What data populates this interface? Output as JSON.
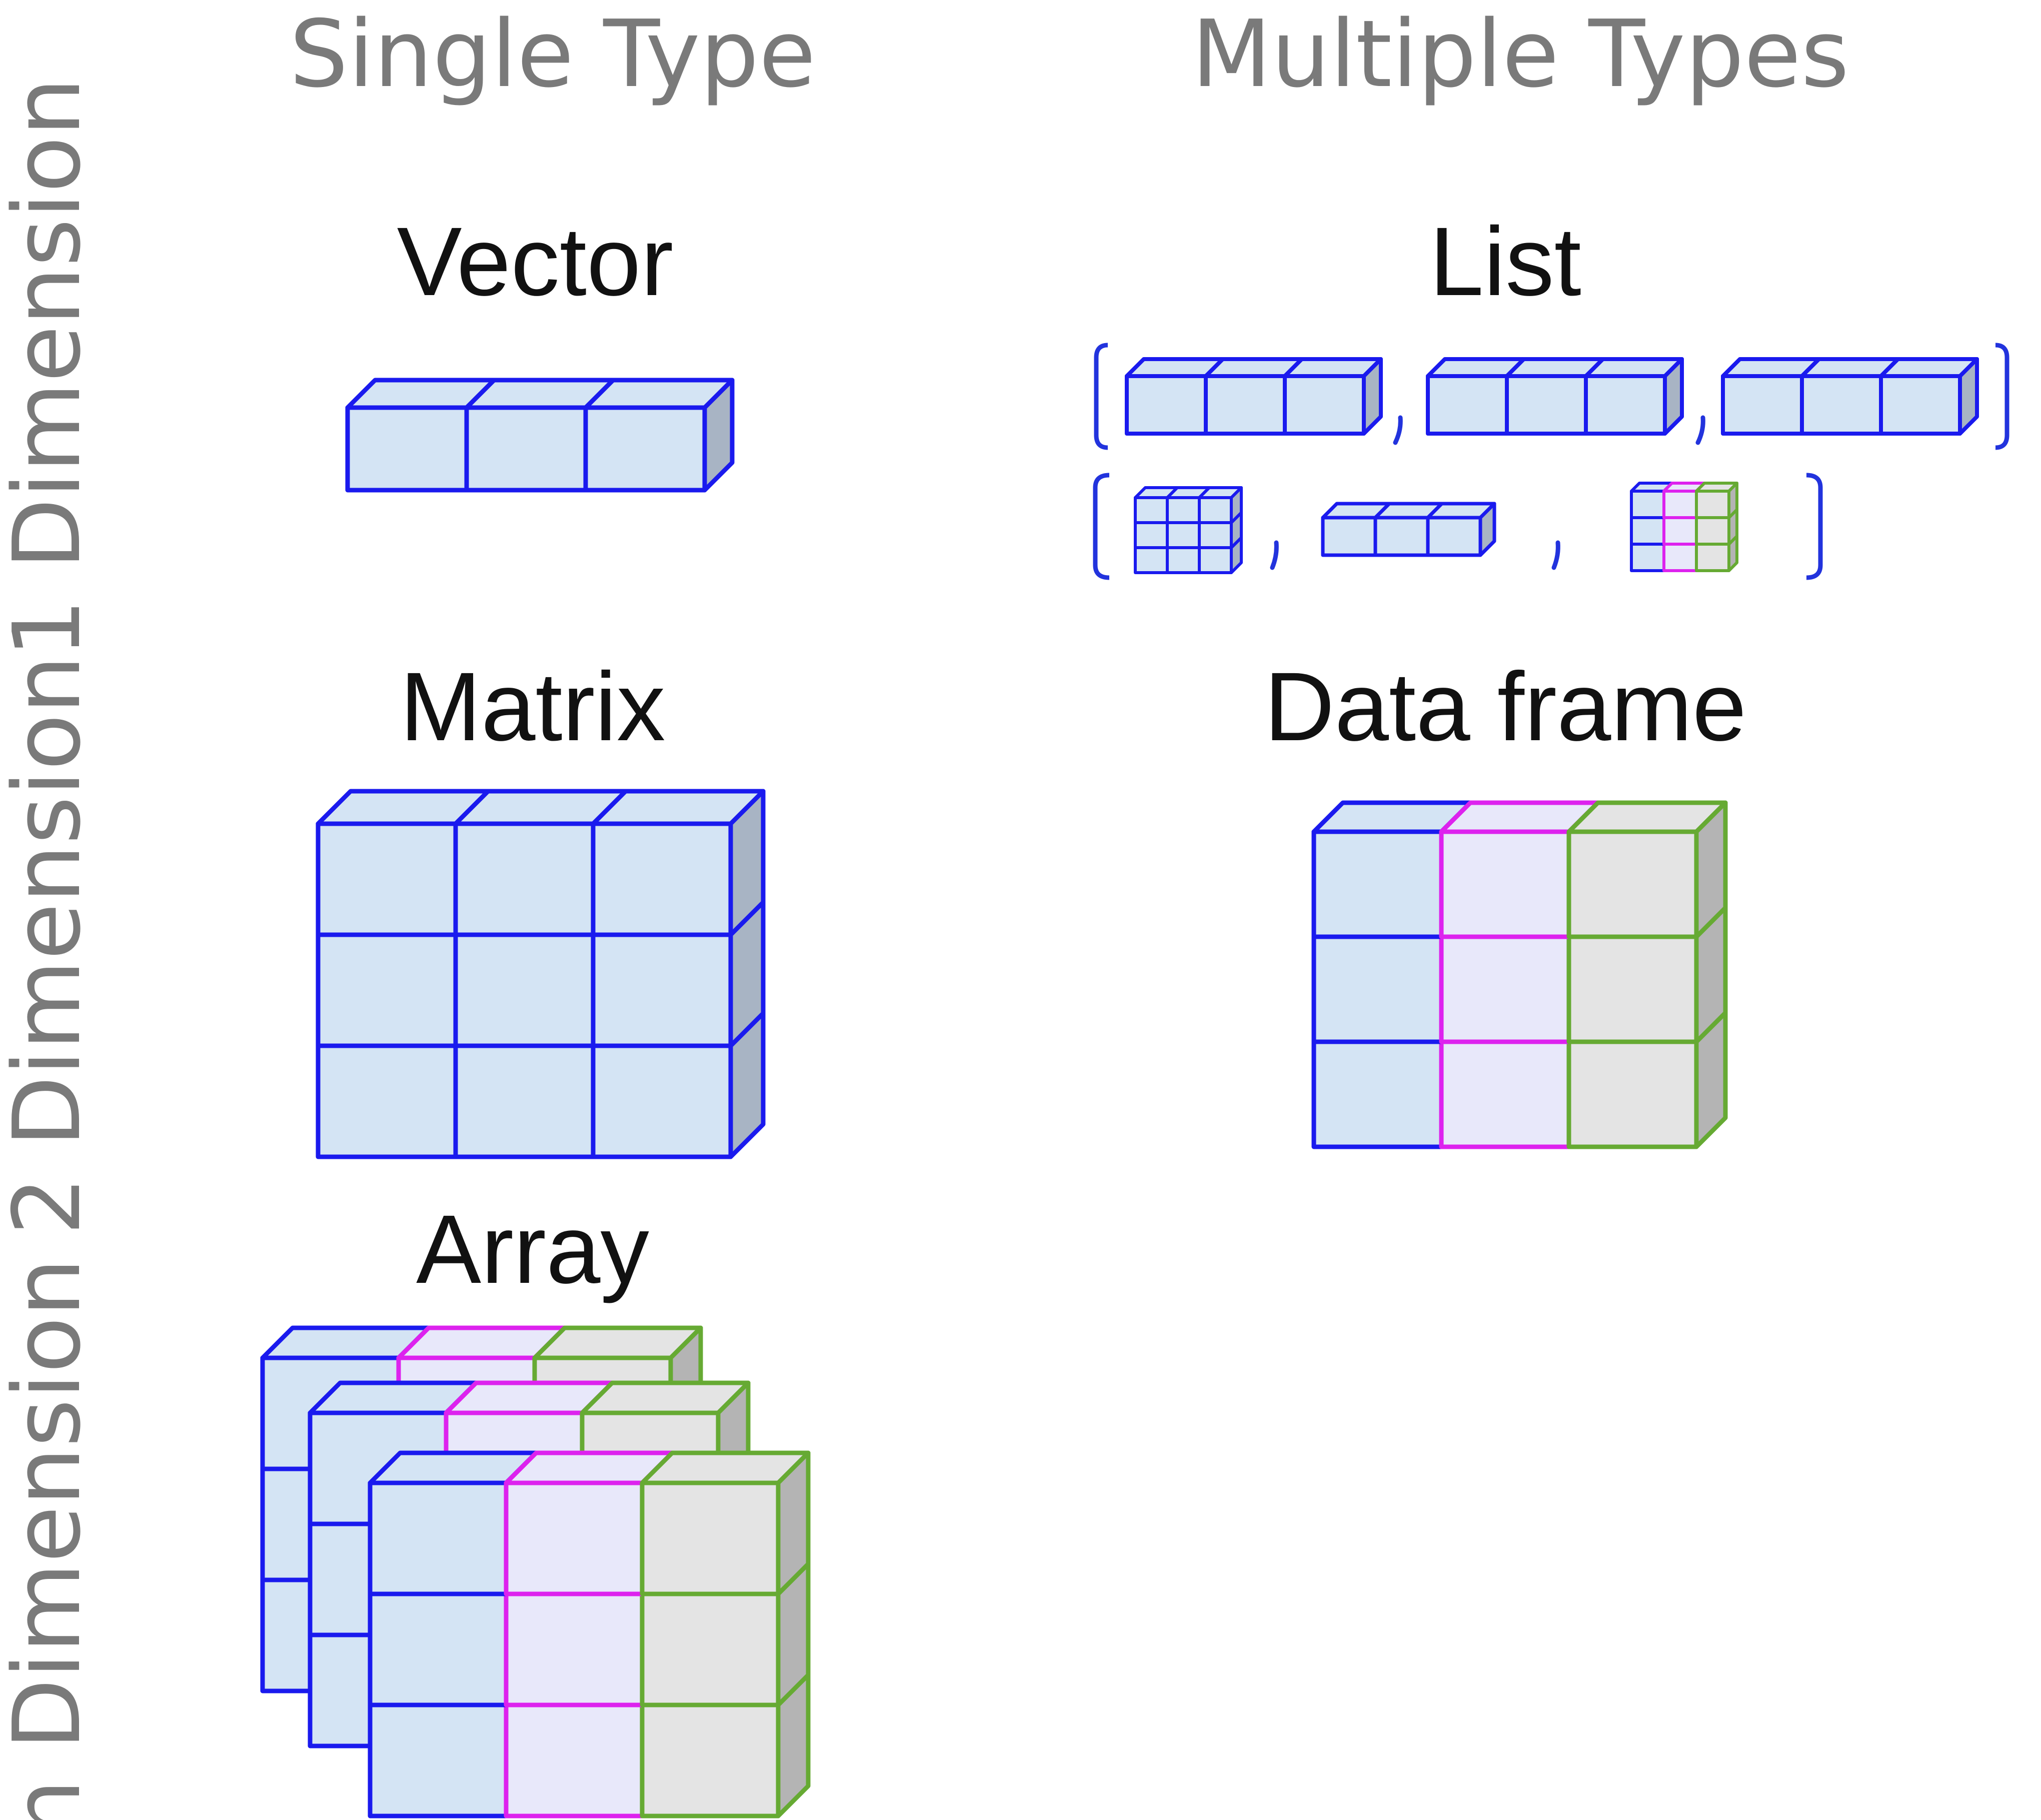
{
  "column_headers": {
    "single": "Single Type",
    "multiple": "Multiple Types"
  },
  "row_headers": {
    "one": "1 Dimension",
    "two": "2 Dimension",
    "n": "n Dimension"
  },
  "structures": {
    "vector": "Vector",
    "list": "List",
    "matrix": "Matrix",
    "data_frame": "Data frame",
    "array": "Array"
  },
  "colors": {
    "blue_edge": "#1a1aee",
    "blue_face": "#d4e4f4",
    "magenta_edge": "#dd22ee",
    "magenta_face": "#e8e8fa",
    "green_edge": "#66aa33",
    "green_face": "#e4e4e4",
    "side_face": "#a8b4c4",
    "gray_side": "#b4b4b4",
    "header_gray": "#7a7a7a"
  }
}
